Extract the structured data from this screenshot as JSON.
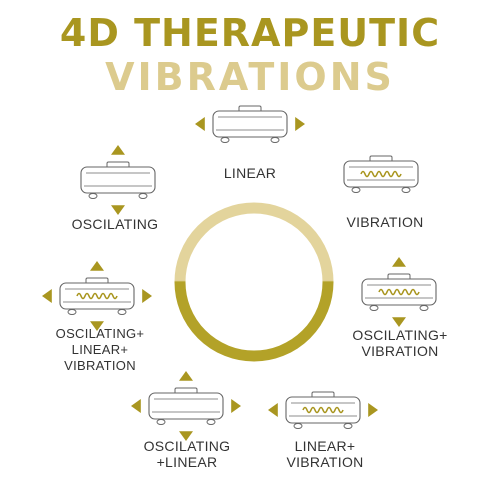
{
  "headline": {
    "line1": "4D THERAPEUTIC",
    "line2": "VIBRATIONS"
  },
  "modes": {
    "linear": "LINEAR",
    "oscilating": "OSCILATING",
    "vibration": "VIBRATION",
    "oscilating_linear_vibration": "OSCILATING+\nLINEAR+\nVIBRATION",
    "oscilating_vibration": "OSCILATING+\nVIBRATION",
    "oscilating_linear": "OSCILATING\n+LINEAR",
    "linear_vibration": "LINEAR+\nVIBRATION"
  },
  "colors": {
    "gold_dark": "#A99620",
    "gold_light": "#DCCB8E",
    "ring_dark": "#B3A228",
    "ring_light": "#E3D49C",
    "outline": "#666666"
  }
}
